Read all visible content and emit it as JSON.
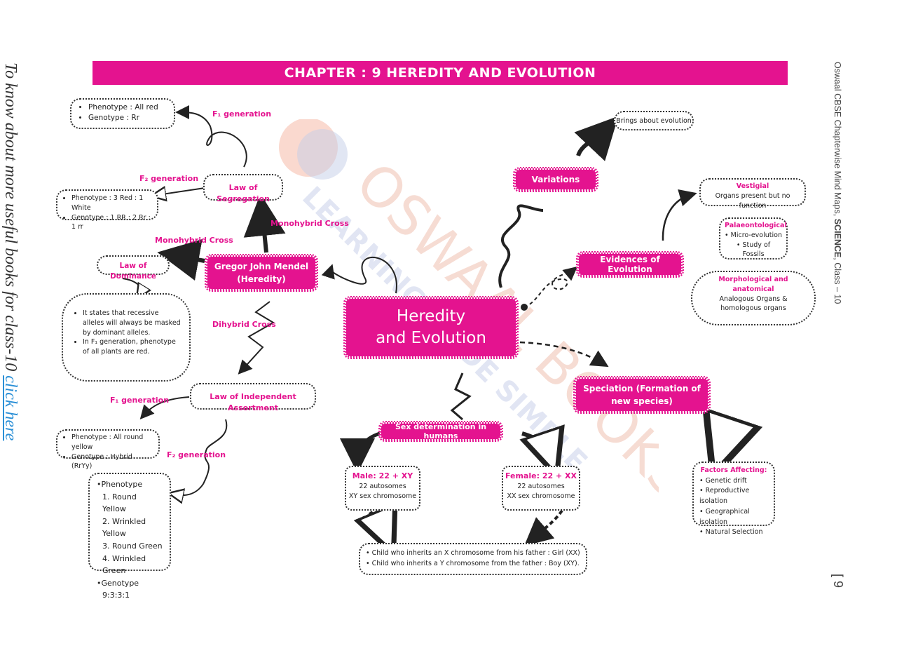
{
  "banner": "CHAPTER : 9 HEREDITY AND EVOLUTION",
  "side_left": {
    "text": "To know about more useful books for class-10 ",
    "link": "click here"
  },
  "side_right": {
    "prefix": "Oswaal CBSE Chapterwise Mind Maps, ",
    "bold": "SCIENCE",
    "suffix": ", Class – 10"
  },
  "page_number": "[ 9",
  "watermark": {
    "line1": "OSWAAL BOOKS",
    "line2": "LEARNING MADE SIMPLE"
  },
  "center": {
    "line1": "Heredity",
    "line2": "and Evolution"
  },
  "mendel": {
    "line1": "Gregor John Mendel",
    "line2": "(Heredity)"
  },
  "segregation": {
    "title": "Law of Segregation",
    "f1_label": "F₁ generation",
    "f1_box": [
      "Phenotype : All red",
      "Genotype : Rr"
    ],
    "f2_label": "F₂ generation",
    "f2_box": [
      "Phenotype : 3 Red : 1 White",
      "Genotype : 1 RR : 2 Rr : 1 rr"
    ],
    "cross_label": "Monohybrid Cross"
  },
  "dominance": {
    "title": "Law of Dominance",
    "cross_label": "Monohybrid Cross",
    "points": [
      "It states that recessive alleles will always be masked by dominant alleles.",
      "In F₁ generation, phenotype of all plants are red."
    ]
  },
  "independent": {
    "cross_label": "Dihybrid Cross",
    "title": "Law of Independent Assortment",
    "f1_label": "F₁ generation",
    "f1_box": [
      "Phenotype : All round yellow",
      "Genotype : Hybrid (RrYy)"
    ],
    "f2_label": "F₂ generation",
    "f2_phenotype_head": "Phenotype",
    "f2_phenotypes": [
      "1. Round Yellow",
      "2. Wrinkled Yellow",
      "3. Round Green",
      "4. Wrinkled Green"
    ],
    "f2_genotype_head": "Genotype",
    "f2_genotype_ratio": "9:3:3:1"
  },
  "variations": {
    "title": "Variations",
    "note": "Brings about evolution"
  },
  "evidences": {
    "title": "Evidences of Evolution",
    "vestigial_title": "Vestigial",
    "vestigial_text": "Organs present but no function",
    "palaeo_title": "Palaeontological",
    "palaeo_points": [
      "Micro-evolution",
      "Study of Fossils"
    ],
    "morpho_title_1": "Morphological and",
    "morpho_title_2": "anatomical",
    "morpho_text_1": "Analogous Organs &",
    "morpho_text_2": "homologous organs"
  },
  "speciation": {
    "title_1": "Speciation (Formation of",
    "title_2": "new species)",
    "factors_title": "Factors Affecting:",
    "factors": [
      "Genetic drift",
      "Reproductive isolation",
      "Geographical isolation",
      "Natural Selection"
    ]
  },
  "sex": {
    "title": "Sex determination in humans",
    "male_title": "Male: 22 + XY",
    "male_lines": [
      "22 autosomes",
      "XY sex chromosome"
    ],
    "female_title": "Female: 22 + XX",
    "female_lines": [
      "22 autosomes",
      "XX sex chromosome"
    ],
    "child": [
      "Child who inherits an X chromosome from his father : Girl (XX)",
      "Child who inherits a Y chromosome from the father : Boy (XY)."
    ]
  },
  "colors": {
    "accent": "#e4138f",
    "text": "#222222",
    "link": "#2a8fd6"
  }
}
